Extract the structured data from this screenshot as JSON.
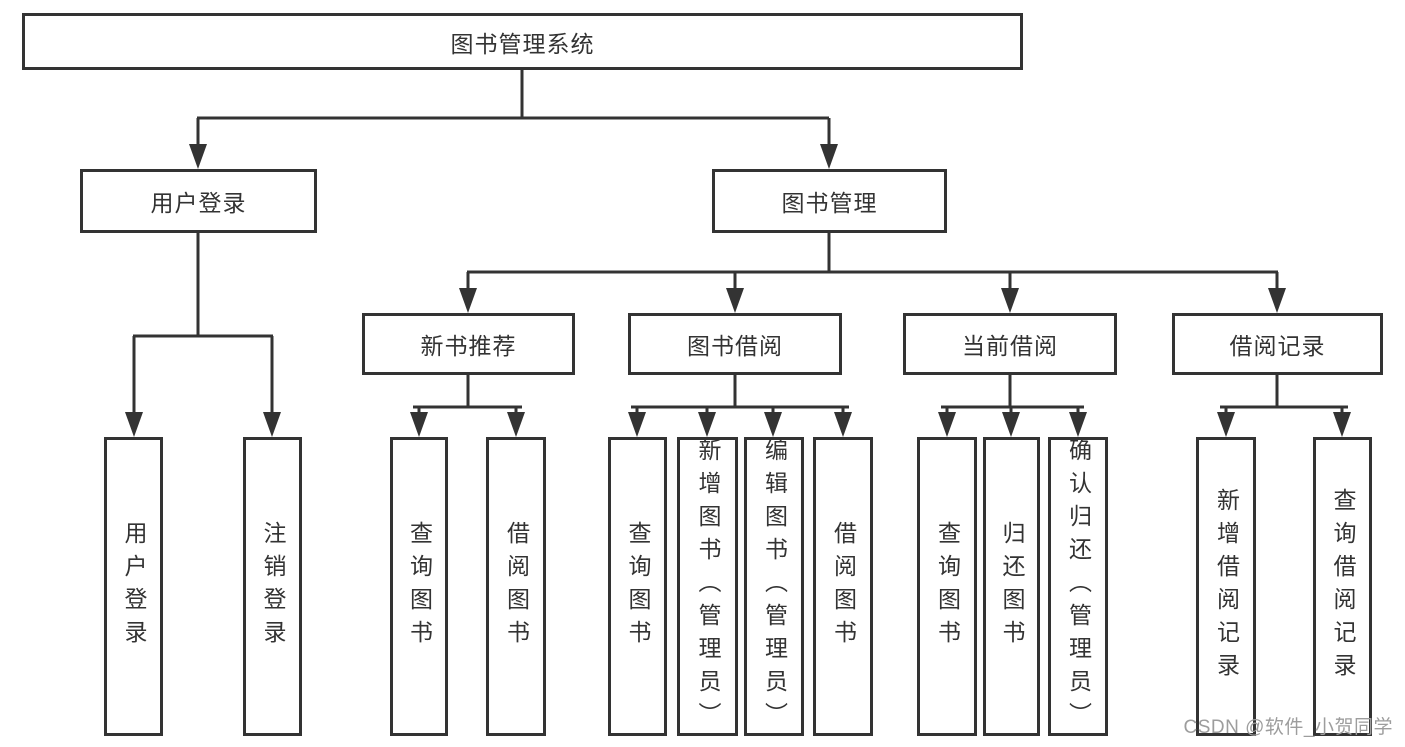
{
  "tree": {
    "root": {
      "label": "图书管理系统",
      "children": [
        {
          "label": "用户登录",
          "children": [
            {
              "label": "用户登录"
            },
            {
              "label": "注销登录"
            }
          ]
        },
        {
          "label": "图书管理",
          "children": [
            {
              "label": "新书推荐",
              "children": [
                {
                  "label": "查询图书"
                },
                {
                  "label": "借阅图书"
                }
              ]
            },
            {
              "label": "图书借阅",
              "children": [
                {
                  "label": "查询图书"
                },
                {
                  "label": "新增图书（管理员）"
                },
                {
                  "label": "编辑图书（管理员）"
                },
                {
                  "label": "借阅图书"
                }
              ]
            },
            {
              "label": "当前借阅",
              "children": [
                {
                  "label": "查询图书"
                },
                {
                  "label": "归还图书"
                },
                {
                  "label": "确认归还（管理员）"
                }
              ]
            },
            {
              "label": "借阅记录",
              "children": [
                {
                  "label": "新增借阅记录"
                },
                {
                  "label": "查询借阅记录"
                }
              ]
            }
          ]
        }
      ]
    }
  },
  "watermark": {
    "text": "CSDN @软件_小贺同学"
  },
  "colors": {
    "line": "#333333",
    "box_border": "#333333",
    "box_fill": "#ffffff",
    "text": "#333333",
    "background": "#ffffff",
    "watermark": "#9d9d9d"
  }
}
